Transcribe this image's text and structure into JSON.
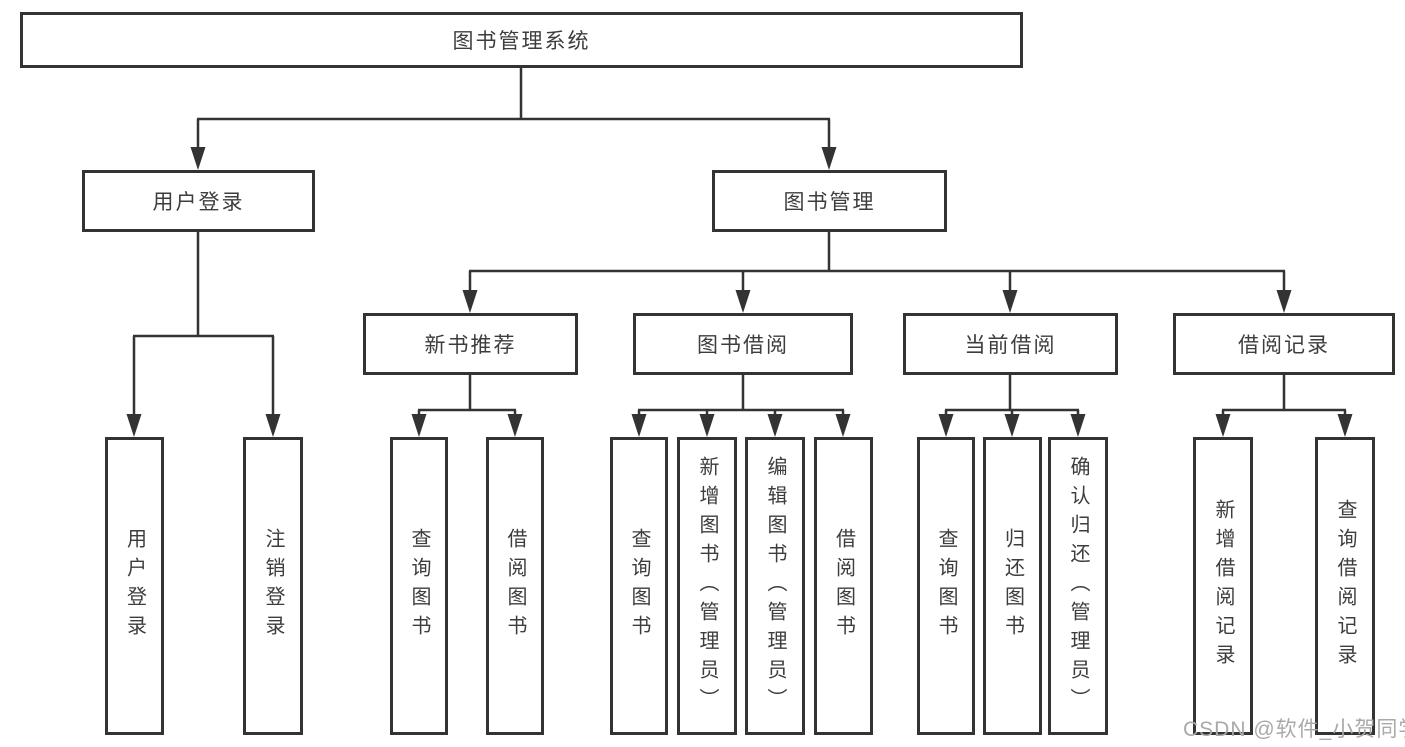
{
  "nodes": {
    "root": {
      "label": "图书管理系统"
    },
    "user_login": {
      "label": "用户登录"
    },
    "book_mgmt": {
      "label": "图书管理"
    },
    "new_book_rec": {
      "label": "新书推荐"
    },
    "book_borrow": {
      "label": "图书借阅"
    },
    "current_borrow": {
      "label": "当前借阅"
    },
    "borrow_records": {
      "label": "借阅记录"
    },
    "login_leaf": {
      "label": "用户登录"
    },
    "logout_leaf": {
      "label": "注销登录"
    },
    "rec_query": {
      "label": "查询图书"
    },
    "rec_borrow": {
      "label": "借阅图书"
    },
    "bb_query": {
      "label": "查询图书"
    },
    "bb_add": {
      "label": "新增图书（管理员）"
    },
    "bb_edit": {
      "label": "编辑图书（管理员）"
    },
    "bb_borrow": {
      "label": "借阅图书"
    },
    "cb_query": {
      "label": "查询图书"
    },
    "cb_return": {
      "label": "归还图书"
    },
    "cb_confirm": {
      "label": "确认归还（管理员）"
    },
    "br_add": {
      "label": "新增借阅记录"
    },
    "br_query": {
      "label": "查询借阅记录"
    }
  },
  "watermark": {
    "text": "CSDN @软件_小贺同学"
  },
  "colors": {
    "line": "#333333",
    "border": "#333333",
    "text": "#3d3d3d",
    "background": "#ffffff",
    "watermark": "#a9a9a9"
  }
}
